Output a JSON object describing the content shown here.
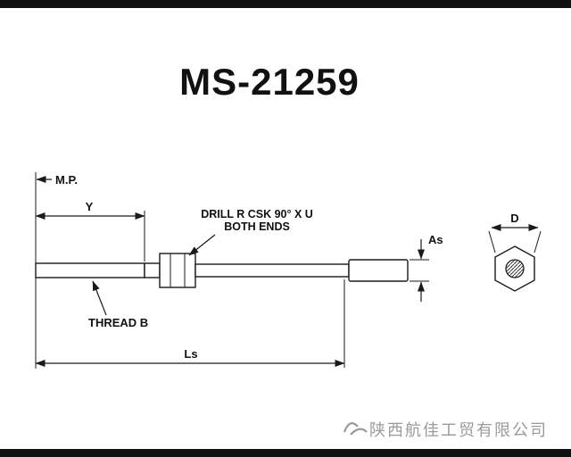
{
  "title": "MS-21259",
  "diagram": {
    "dim_mp": "M.P.",
    "dim_y": "Y",
    "note_drill_line1": "DRILL R CSK 90° X U",
    "note_drill_line2": "BOTH ENDS",
    "label_thread": "THREAD B",
    "dim_ls": "Ls",
    "dim_as": "As",
    "dim_d": "D"
  },
  "watermark": {
    "company": "陕西航佳工贸有限公司"
  },
  "colors": {
    "line": "#1a1a1a",
    "letterbox_bar": "#111111",
    "watermark": "#9a9a9a",
    "background": "#ffffff"
  }
}
